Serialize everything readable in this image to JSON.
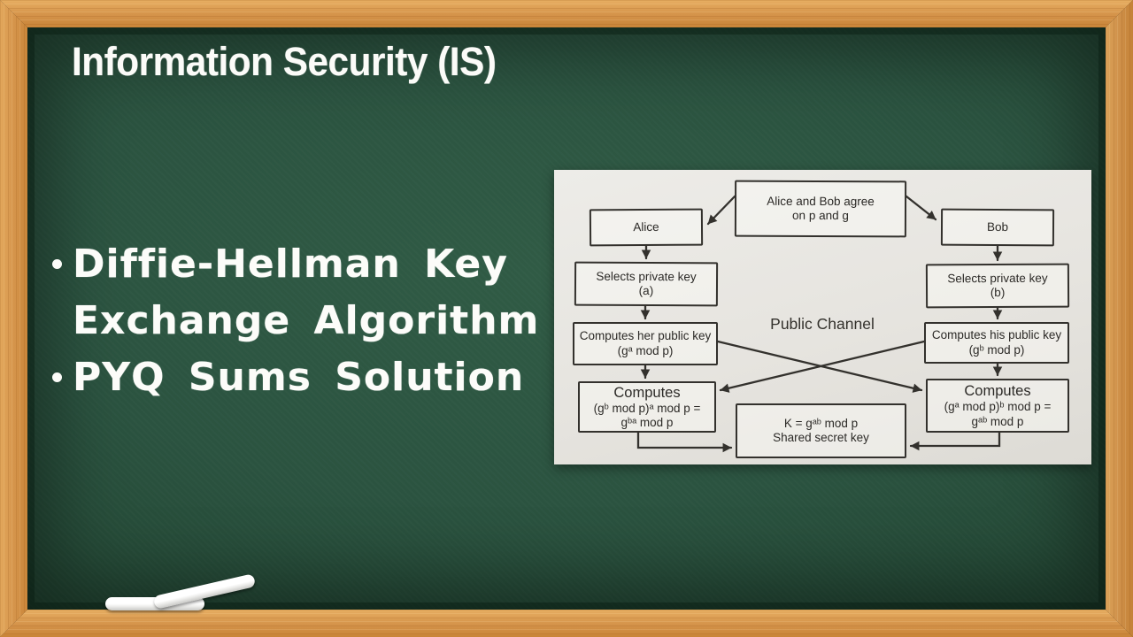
{
  "title": "Information Security (IS)",
  "bullets": [
    {
      "lines": [
        "Diffie-Hellman Key",
        "Exchange Algorithm"
      ]
    },
    {
      "lines": [
        "PYQ Sums Solution"
      ]
    }
  ],
  "diagram": {
    "public_channel_label": "Public Channel",
    "nodes": {
      "agree": {
        "lines": [
          "Alice and Bob agree",
          "on p and g"
        ]
      },
      "alice": {
        "lines": [
          "Alice"
        ]
      },
      "bob": {
        "lines": [
          "Bob"
        ]
      },
      "selects_a": {
        "lines": [
          "Selects private key",
          "(a)"
        ]
      },
      "selects_b": {
        "lines": [
          "Selects private key",
          "(b)"
        ]
      },
      "computes_her": {
        "lines": [
          "Computes her public key",
          "(gᵃ mod p)"
        ]
      },
      "computes_his": {
        "lines": [
          "Computes his public key",
          "(gᵇ mod p)"
        ]
      },
      "computes_left": {
        "lines": [
          "Computes",
          "(gᵇ mod p)ᵃ mod p =",
          "gᵇᵃ mod p"
        ]
      },
      "computes_right": {
        "lines": [
          "Computes",
          "(gᵃ mod p)ᵇ mod p =",
          "gᵃᵇ mod p"
        ]
      },
      "shared": {
        "lines": [
          "K = gᵃᵇ mod p",
          "Shared secret key"
        ]
      }
    }
  },
  "colors": {
    "board_green": "#2b5340",
    "wood_frame": "#d4934a",
    "panel_background": "#e6e4df",
    "diagram_ink": "#33312d",
    "chalk_white": "#fcfcf9"
  }
}
